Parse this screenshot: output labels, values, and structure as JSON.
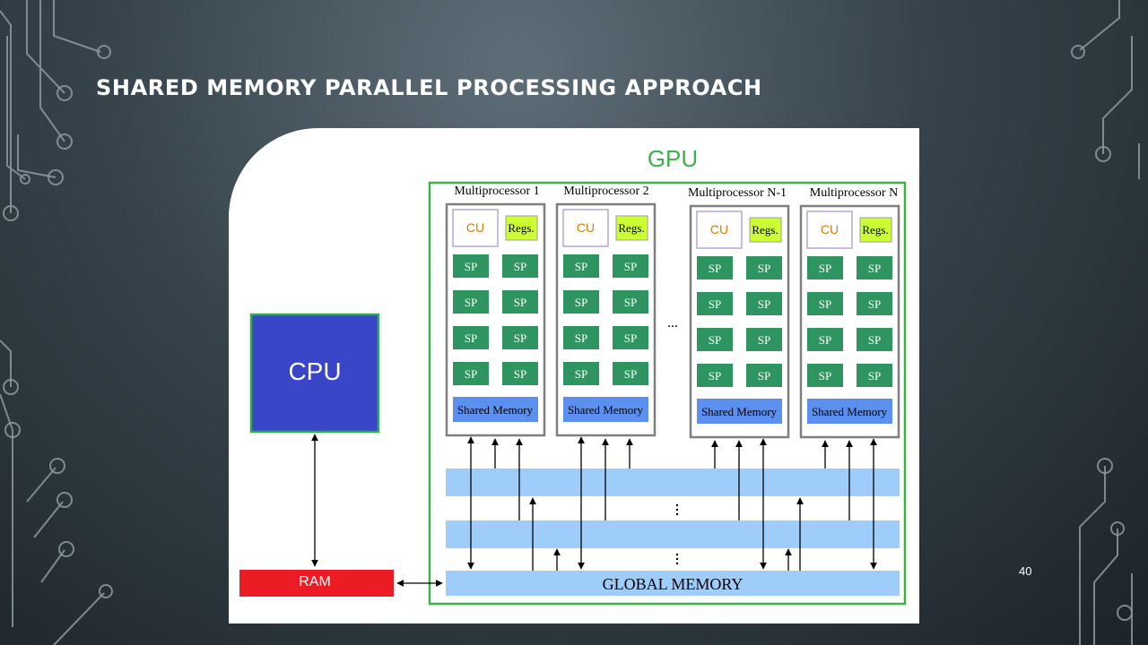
{
  "slide": {
    "title": "SHARED MEMORY PARALLEL PROCESSING APPROACH",
    "page_number": "40"
  },
  "diagram": {
    "gpu_label": "GPU",
    "cpu_label": "CPU",
    "ram_label": "RAM",
    "global_memory_label": "GLOBAL MEMORY",
    "ellipsis": "...",
    "multiprocessors": [
      {
        "title": "Multiprocessor 1",
        "cu": "CU",
        "regs": "Regs.",
        "sp": "SP",
        "shared_memory": "Shared Memory"
      },
      {
        "title": "Multiprocessor 2",
        "cu": "CU",
        "regs": "Regs.",
        "sp": "SP",
        "shared_memory": "Shared Memory"
      },
      {
        "title": "Multiprocessor N-1",
        "cu": "CU",
        "regs": "Regs.",
        "sp": "SP",
        "shared_memory": "Shared Memory"
      },
      {
        "title": "Multiprocessor N",
        "cu": "CU",
        "regs": "Regs.",
        "sp": "SP",
        "shared_memory": "Shared Memory"
      }
    ],
    "colors": {
      "gpu_border": "#3cb04a",
      "gpu_label": "#3cb04a",
      "cpu_fill": "#3a46c8",
      "cpu_border": "#2fb04a",
      "ram_fill": "#ec1c24",
      "sp_fill": "#2e9460",
      "shared_memory_fill": "#5b8ff0",
      "regs_fill": "#ccff33",
      "cu_text": "#e07b00",
      "bus_fill": "#9fcdfa",
      "mp_border": "#7f7f7f"
    }
  }
}
